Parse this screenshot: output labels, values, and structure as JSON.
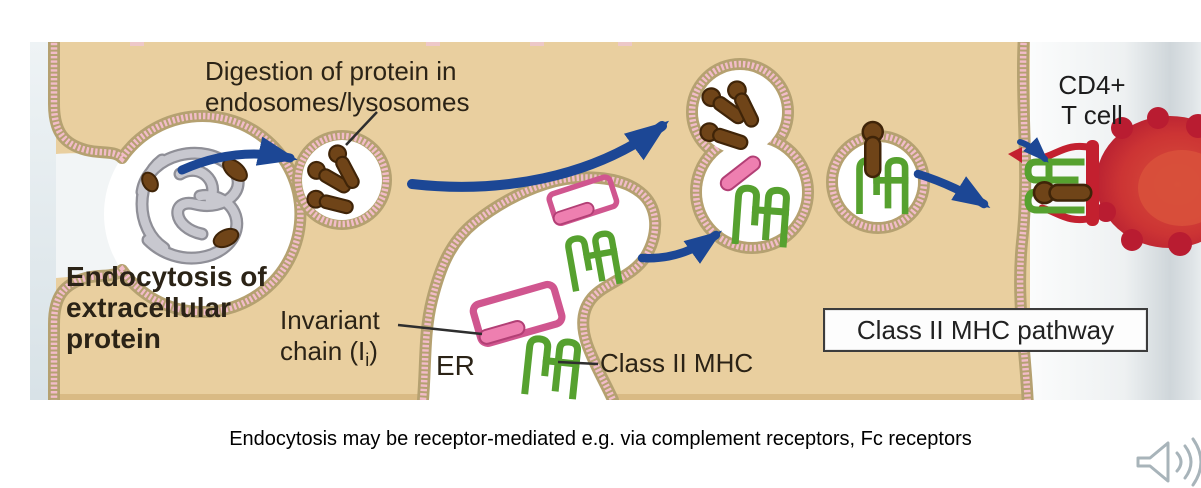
{
  "figure": {
    "digestion_label": {
      "line1": "Digestion of protein in",
      "line2": "endosomes/lysosomes"
    },
    "endocytosis_label": {
      "line1": "Endocytosis of",
      "line2": "extracellular",
      "line3": "protein"
    },
    "invariant_label": {
      "line1": "Invariant",
      "line2_pre": "chain (I",
      "line2_sub": "i",
      "line2_post": ")"
    },
    "er_label": "ER",
    "class2_label": "Class II MHC",
    "pathway_box_label": "Class II MHC pathway",
    "cd4_label": {
      "line1": "CD4+",
      "line2": "T cell"
    }
  },
  "caption": "Endocytosis may be receptor-mediated e.g. via complement receptors, Fc receptors",
  "icons": {
    "audio": "speaker-with-sound-waves"
  },
  "colors": {
    "cell_fill": "#e9cf9f",
    "membrane_pink": "#f2bcc9",
    "membrane_edge": "#b5a171",
    "arrow_blue": "#1c4795",
    "mhc_green": "#56a12f",
    "invariant_pink": "#ee7fb0",
    "peptide_brown": "#6f4418",
    "tcell_red": "#c01f33"
  }
}
